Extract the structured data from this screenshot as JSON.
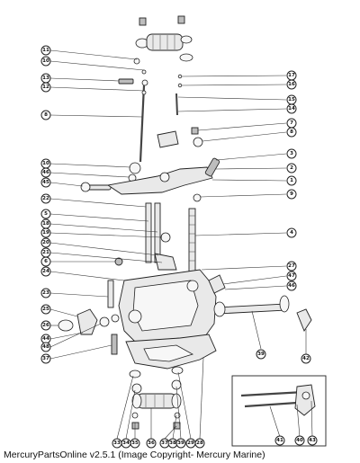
{
  "footer": {
    "text": "MercuryPartsOnline v2.5.1 (Image Copyright- Mercury Marine)"
  },
  "callouts": {
    "left": [
      "11",
      "10",
      "13",
      "12",
      "8",
      "10",
      "46",
      "45",
      "22",
      "5",
      "18",
      "19",
      "20",
      "21",
      "6",
      "24",
      "23",
      "25",
      "26",
      "44",
      "48",
      "37"
    ],
    "right": [
      "17",
      "16",
      "15",
      "14",
      "7",
      "8",
      "3",
      "2",
      "1",
      "9",
      "4",
      "27",
      "47",
      "46",
      "39",
      "42"
    ],
    "bottom": [
      "33",
      "34",
      "35",
      "36",
      "37",
      "38",
      "39",
      "29",
      "28"
    ],
    "inset": [
      "41",
      "40",
      "43"
    ]
  }
}
